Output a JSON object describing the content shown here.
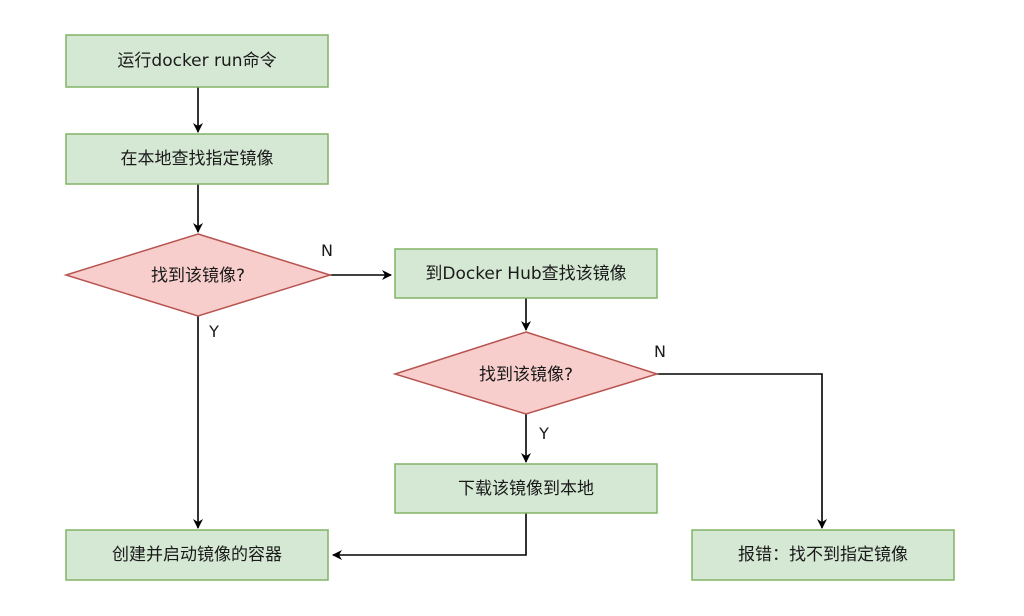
{
  "colors": {
    "process_fill": "#d5e8d4",
    "process_stroke": "#82b366",
    "decision_fill": "#f8cecc",
    "decision_stroke": "#b85450",
    "connector": "#000000"
  },
  "nodes": {
    "run_cmd": "运行docker run命令",
    "find_local": "在本地查找指定镜像",
    "found1": "找到该镜像?",
    "dockerhub": "到Docker Hub查找该镜像",
    "found2": "找到该镜像?",
    "download": "下载该镜像到本地",
    "create": "创建并启动镜像的容器",
    "error": "报错：找不到指定镜像"
  },
  "edges": {
    "found1_no": "N",
    "found1_yes": "Y",
    "found2_no": "N",
    "found2_yes": "Y"
  }
}
